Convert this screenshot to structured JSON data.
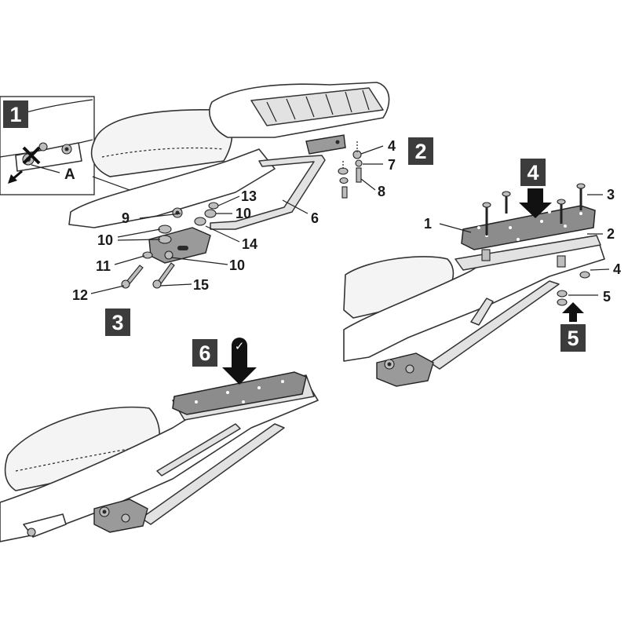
{
  "steps": [
    {
      "number": "1"
    },
    {
      "number": "2"
    },
    {
      "number": "3"
    },
    {
      "number": "4"
    },
    {
      "number": "5"
    },
    {
      "number": "6"
    }
  ],
  "inset_marker": "A",
  "check_mark": "✓",
  "part_labels": {
    "p1": "1",
    "p2": "2",
    "p3": "3",
    "p4": "4",
    "p4b": "4",
    "p5": "5",
    "p6": "6",
    "p7": "7",
    "p8": "8",
    "p9": "9",
    "p10a": "10",
    "p10b": "10",
    "p10c": "10",
    "p11": "11",
    "p12": "12",
    "p13": "13",
    "p14": "14",
    "p15": "15"
  },
  "colors": {
    "step_box": "#3c3c3c",
    "plate": "#8c8c8c",
    "frame": "#e2e2e2",
    "line": "#222222"
  }
}
